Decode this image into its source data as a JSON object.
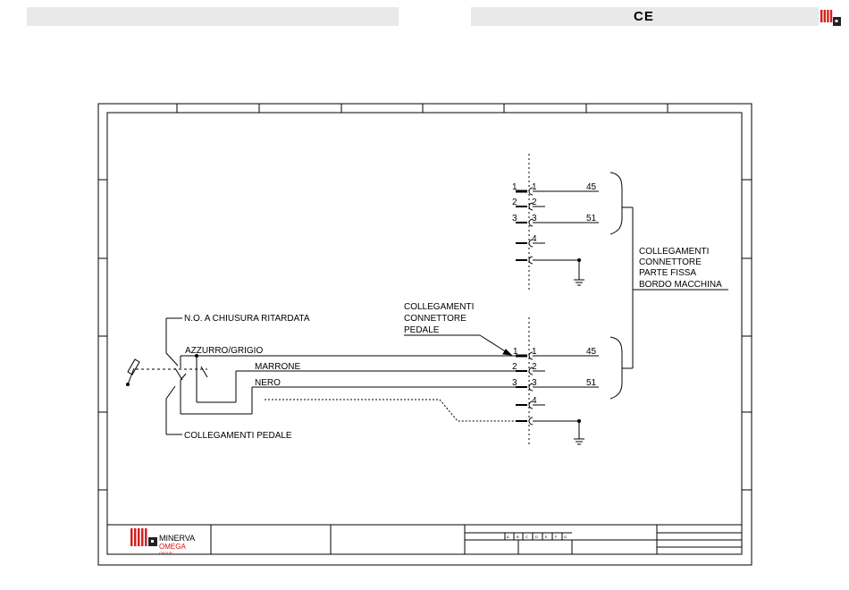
{
  "header": {
    "ce_mark": "CE",
    "logo_icon": "minerva-logo-icon"
  },
  "diagram": {
    "labels": {
      "no_delay": "N.O. A CHIUSURA RITARDATA",
      "wire_blue_grey": "AZZURRO/GRIGIO",
      "wire_brown": "MARRONE",
      "wire_black": "NERO",
      "pedal_connections": "COLLEGAMENTI PEDALE",
      "pedal_connector_1": "COLLEGAMENTI",
      "pedal_connector_2": "CONNETTORE",
      "pedal_connector_3": "PEDALE",
      "machine_1": "COLLEGAMENTI",
      "machine_2": "CONNETTORE",
      "machine_3": "PARTE FISSA",
      "machine_4": "BORDO MACCHINA"
    },
    "top_connector": {
      "left_pins": [
        "1",
        "2",
        "3"
      ],
      "right_pins": [
        "1",
        "2",
        "3",
        "4"
      ],
      "wires": [
        "45",
        "51"
      ]
    },
    "bottom_connector": {
      "left_pins": [
        "1",
        "2",
        "3"
      ],
      "right_pins": [
        "1",
        "2",
        "3",
        "4"
      ],
      "wires": [
        "45",
        "51"
      ]
    }
  },
  "title_block": {
    "company": "MINERVA",
    "company_sub": "OMEGA",
    "company_tiny": "GROUP",
    "revision_letters": [
      "A",
      "B",
      "C",
      "D",
      "E",
      "F",
      "G"
    ]
  }
}
